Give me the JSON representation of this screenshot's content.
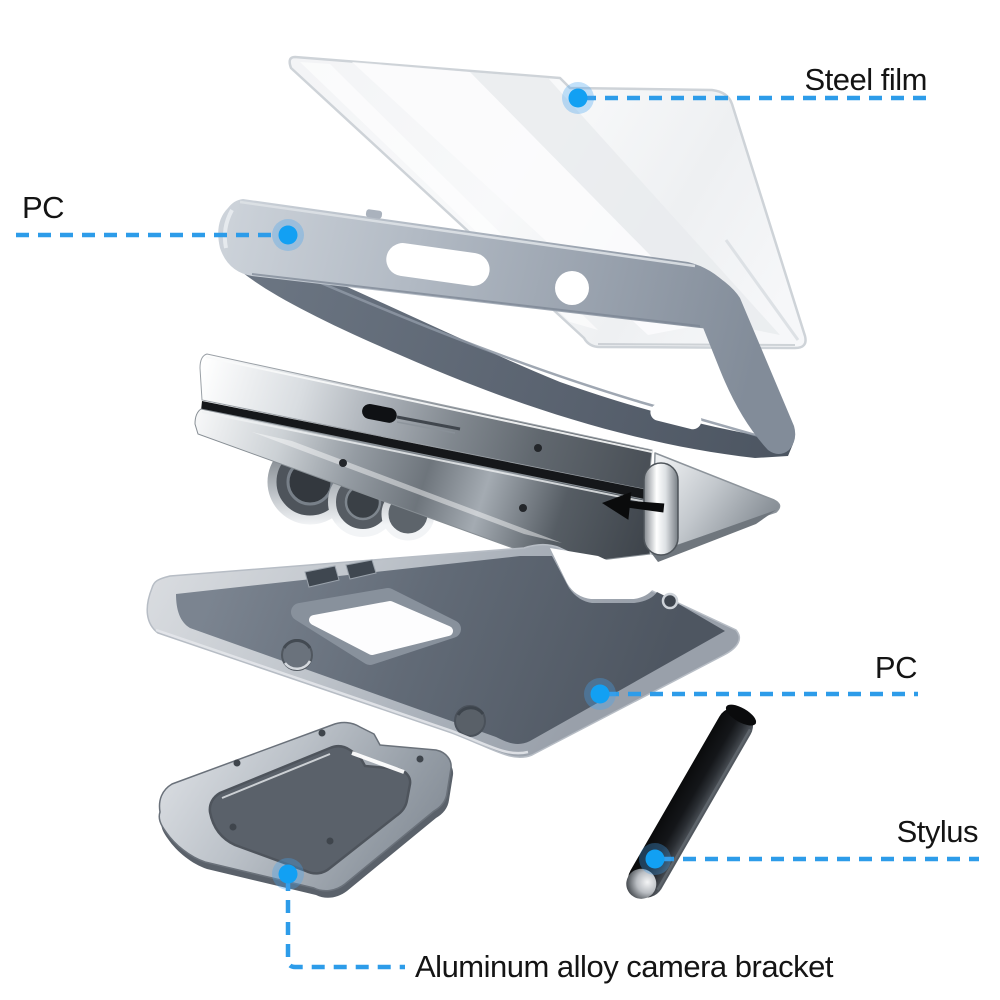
{
  "diagram": {
    "type": "exploded-product-diagram",
    "product": "foldable phone protective case kit",
    "labels": {
      "steel_film": "Steel film",
      "pc_front": "PC",
      "pc_back": "PC",
      "stylus": "Stylus",
      "camera_bracket": "Aluminum alloy camera bracket"
    },
    "parts": [
      {
        "id": "steel-film",
        "label": "Steel film",
        "description": "transparent tempered screen protector sheet"
      },
      {
        "id": "pc-front-frame",
        "label": "PC",
        "description": "polycarbonate front frame with button cutouts"
      },
      {
        "id": "folded-phone",
        "label": "",
        "description": "chrome folded phone body with camera rings and hinge"
      },
      {
        "id": "pc-back-shell",
        "label": "PC",
        "description": "polycarbonate back shell tray with camera cutout"
      },
      {
        "id": "camera-bracket",
        "label": "Aluminum alloy camera bracket",
        "description": "metal camera frame"
      },
      {
        "id": "stylus",
        "label": "Stylus",
        "description": "black stylus pen"
      }
    ],
    "icons": {
      "callout_dot": "filled-circle-with-glow"
    }
  },
  "colors": {
    "background": "#ffffff",
    "callout_line": "#2d9ce9",
    "callout_dot": "#12a0f3",
    "callout_dot_glow": "rgba(70,165,240,0.33)",
    "label_text": "#141414",
    "case_gray": "#9aa3af",
    "tray_dark": "#5d London6671",
    "chrome_light": "#e8ebee",
    "stylus_black": "#17191c"
  }
}
